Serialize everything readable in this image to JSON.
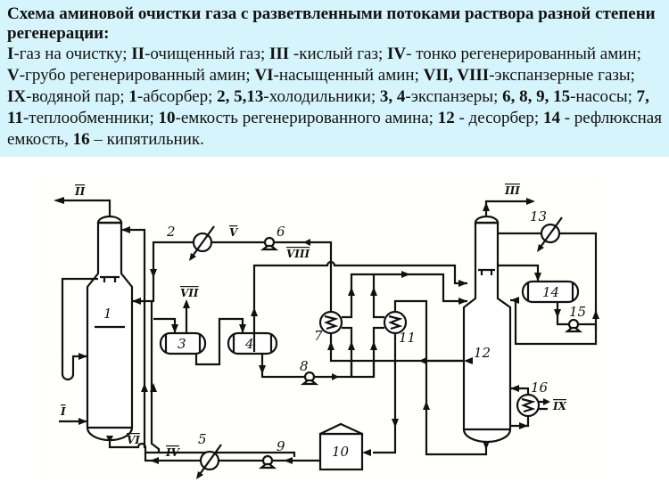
{
  "title": "Схема аминовой очистки газа с разветвленными потоками раствора разной степени регенерации:",
  "legend": [
    {
      "key": "I",
      "text": "-газ на очистку; "
    },
    {
      "key": "II",
      "text": "-очищенный газ; "
    },
    {
      "key": "III",
      "text": " -кислый газ; "
    },
    {
      "key": "IV",
      "text": "- тонко регенерированный амин; "
    },
    {
      "key": "V",
      "text": "-грубо регенерированный амин; "
    },
    {
      "key": "VI",
      "text": "-насыщенный амин; "
    },
    {
      "key": "VII, VIII",
      "text": "-экспанзерные газы; "
    },
    {
      "key": "IX",
      "text": "-водяной пар; "
    },
    {
      "key": "1",
      "text": "-абсорбер; "
    },
    {
      "key": "2, 5,13",
      "text": "-холодильники; "
    },
    {
      "key": "3, 4",
      "text": "-экспанзеры; "
    },
    {
      "key": "6, 8, 9, 15",
      "text": "-насосы; "
    },
    {
      "key": "7, 11",
      "text": "-теплообменники; "
    },
    {
      "key": "10",
      "text": "-емкость регенерированного амина; "
    },
    {
      "key": "12",
      "text": " - десорбер; "
    },
    {
      "key": "14",
      "text": " - рефлюксная емкость, "
    },
    {
      "key": "16",
      "text": " – кипятильник."
    }
  ],
  "diagram": {
    "streams": {
      "I": "I",
      "II": "II",
      "III": "III",
      "IV": "IV",
      "V": "V",
      "VI": "VI",
      "VII": "VII",
      "VIII": "VIII",
      "IX": "IX"
    },
    "equipment": {
      "absorber": "1",
      "cooler_2": "2",
      "expander_3": "3",
      "expander_4": "4",
      "cooler_5": "5",
      "pump_6": "6",
      "heat_exchanger_7": "7",
      "pump_8": "8",
      "pump_9": "9",
      "tank_10": "10",
      "heat_exchanger_11": "11",
      "desorber_12": "12",
      "cooler_13": "13",
      "reflux_tank_14": "14",
      "pump_15": "15",
      "reboiler_16": "16"
    }
  }
}
